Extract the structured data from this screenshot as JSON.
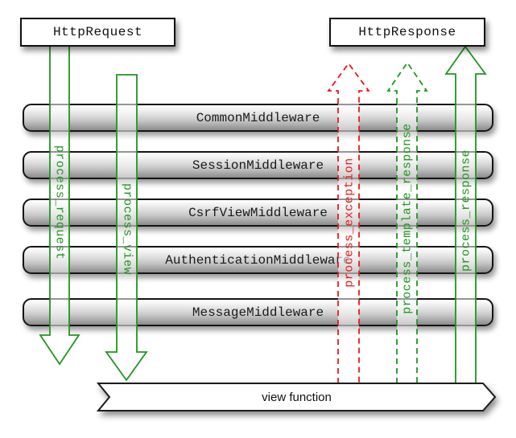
{
  "diagram": {
    "request_box": {
      "label": "HttpRequest"
    },
    "response_box": {
      "label": "HttpResponse"
    },
    "middlewares": [
      "CommonMiddleware",
      "SessionMiddleware",
      "CsrfViewMiddleware",
      "AuthenticationMiddleware",
      "MessageMiddleware"
    ],
    "arrows": [
      {
        "label": "process_request",
        "color": "#1e961e",
        "style": "solid",
        "direction": "down"
      },
      {
        "label": "process_view",
        "color": "#1e961e",
        "style": "solid",
        "direction": "down"
      },
      {
        "label": "process_exception",
        "color": "#eb1919",
        "style": "dashed",
        "direction": "up"
      },
      {
        "label": "process_template_response",
        "color": "#1e961e",
        "style": "dashed",
        "direction": "up"
      },
      {
        "label": "process_response",
        "color": "#1e961e",
        "style": "solid",
        "direction": "up"
      }
    ],
    "view_function": {
      "label": "view function"
    },
    "colors": {
      "green": "#1e961e",
      "red": "#eb1919",
      "bar_border": "#151515"
    }
  }
}
